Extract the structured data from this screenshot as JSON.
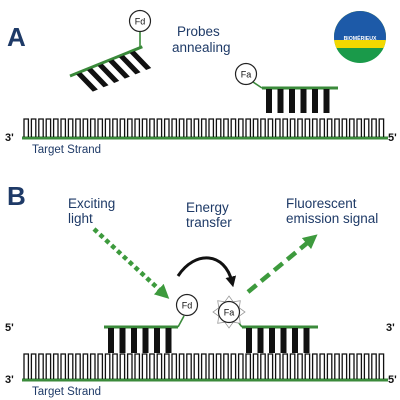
{
  "panels": {
    "a": {
      "letter": "A",
      "annotation_line1": "Probes",
      "annotation_line2": "annealing",
      "donor_label": "Fd",
      "acceptor_label": "Fa",
      "strand_label": "Target Strand",
      "end_left": "3'",
      "end_right": "5'"
    },
    "b": {
      "letter": "B",
      "exciting_line1": "Exciting",
      "exciting_line2": "light",
      "transfer_line1": "Energy",
      "transfer_line2": "transfer",
      "emission_line1": "Fluorescent",
      "emission_line2": "emission signal",
      "donor_label": "Fd",
      "acceptor_label": "Fa",
      "strand_label": "Target Strand",
      "end_left": "3'",
      "end_right": "5'",
      "probe_end_left": "5'",
      "probe_end_right": "3'"
    }
  },
  "logo": {
    "text": "BIOMÉRIEUX"
  },
  "colors": {
    "strand_green": "#3a8a3a",
    "arrow_green": "#3d9a3d",
    "text_blue": "#1e3a67",
    "logo_blue": "#1d5aa8",
    "logo_yellow": "#f2d800",
    "logo_green": "#1a9a4a"
  }
}
